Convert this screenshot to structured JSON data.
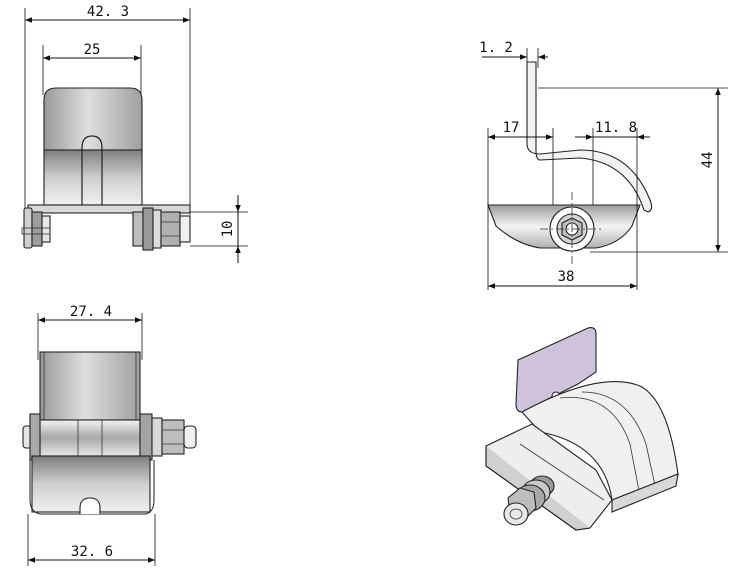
{
  "views": {
    "top_left": {
      "dim_width_total": "42. 3",
      "dim_width_plate": "25",
      "dim_height_bolt": "10"
    },
    "top_right": {
      "dim_thickness": "1. 2",
      "dim_offset_left": "17",
      "dim_offset_right": "11. 8",
      "dim_height": "44",
      "dim_width": "38"
    },
    "bottom_left": {
      "dim_width_top": "27. 4",
      "dim_width_bottom": "32. 6"
    }
  },
  "colors": {
    "accent_plate": "#cfc3dc",
    "metal_dark": "#8a8a8a",
    "metal_mid": "#bdbdbd",
    "metal_light": "#e6e6e6"
  }
}
